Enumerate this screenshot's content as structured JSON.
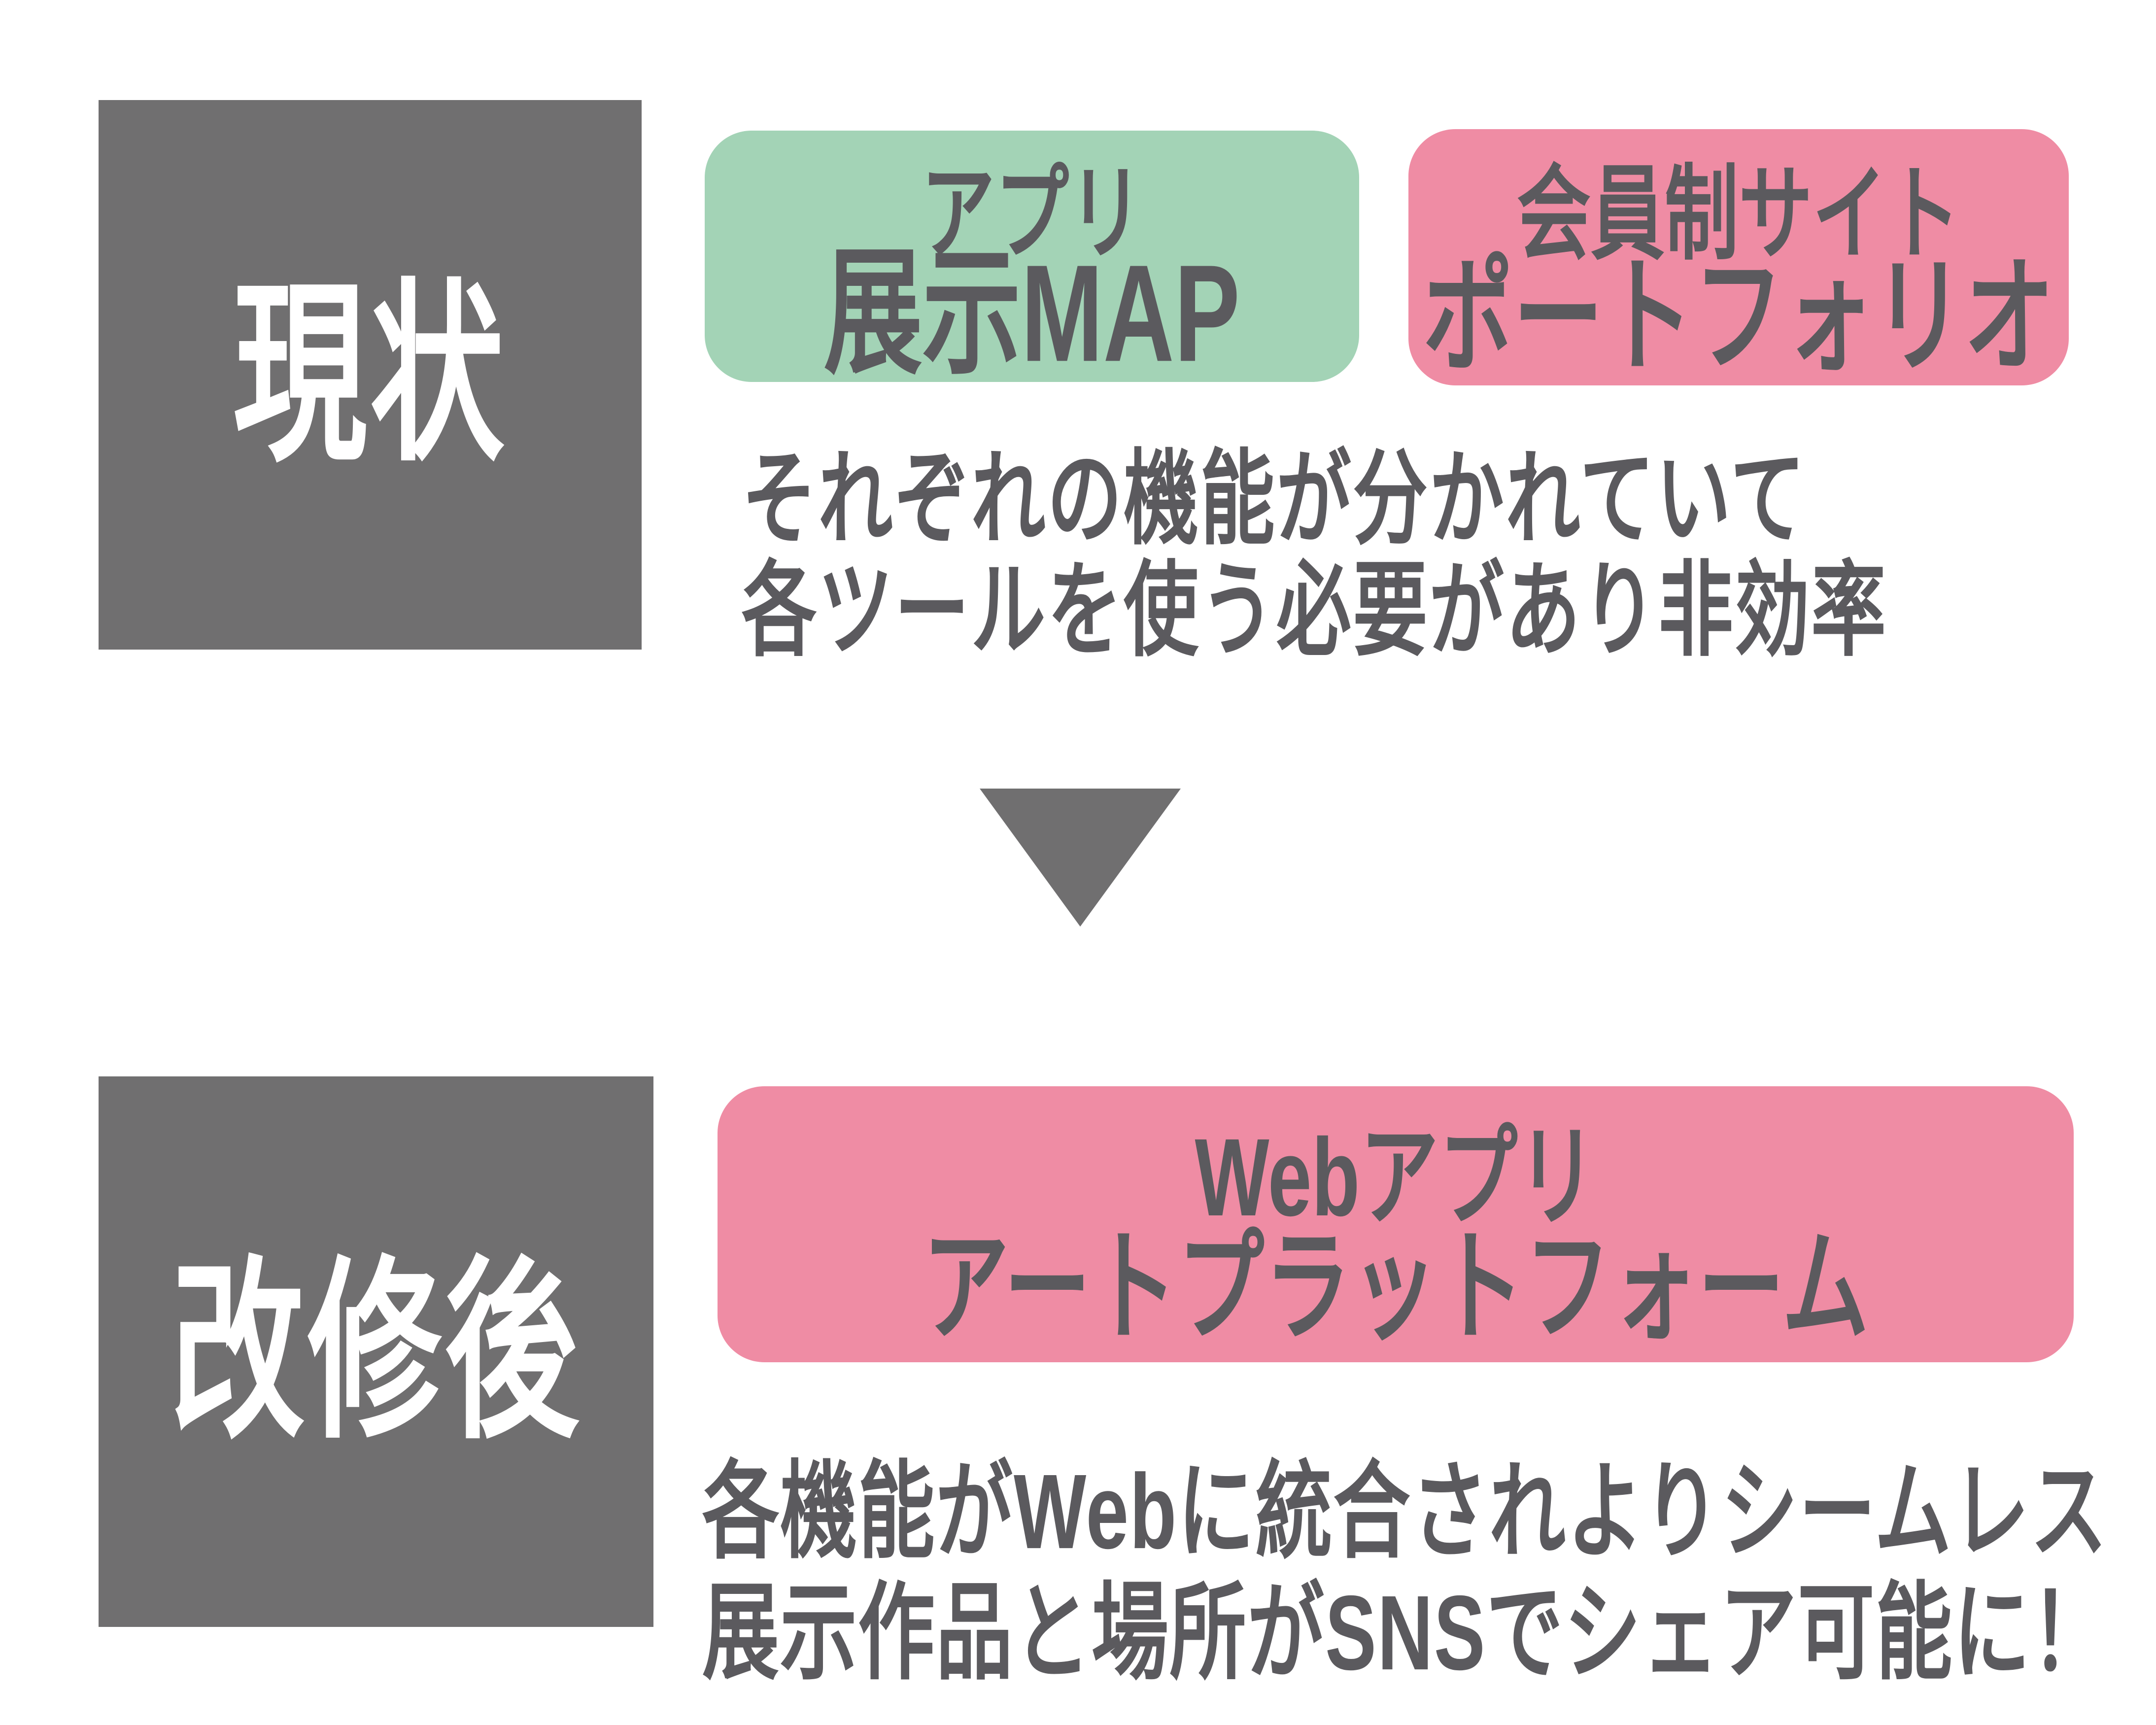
{
  "colors": {
    "gray": "#706F70",
    "green": "#A3D3B6",
    "pink": "#EF8CA4",
    "text_dark": "#5B5A5E",
    "text_light": "#FFFFFF",
    "bg": "#FFFFFF"
  },
  "current": {
    "label": "現状",
    "cards": [
      {
        "subtitle": "アプリ",
        "title": "展示MAP",
        "color": "#A3D3B6"
      },
      {
        "subtitle": "会員制サイト",
        "title": "ポートフォリオ",
        "color": "#EF8CA4"
      }
    ],
    "description": [
      "それぞれの機能が分かれていて",
      "各ツールを使う必要があり非効率"
    ]
  },
  "arrow": {
    "icon": "down-triangle",
    "color": "#706F70"
  },
  "after": {
    "label": "改修後",
    "cards": [
      {
        "subtitle": "Webアプリ",
        "title": "アートプラットフォーム",
        "color": "#EF8CA4"
      }
    ],
    "description": [
      "各機能がWebに統合されよりシームレス",
      "展示作品と場所がSNSでシェア可能に！"
    ]
  }
}
